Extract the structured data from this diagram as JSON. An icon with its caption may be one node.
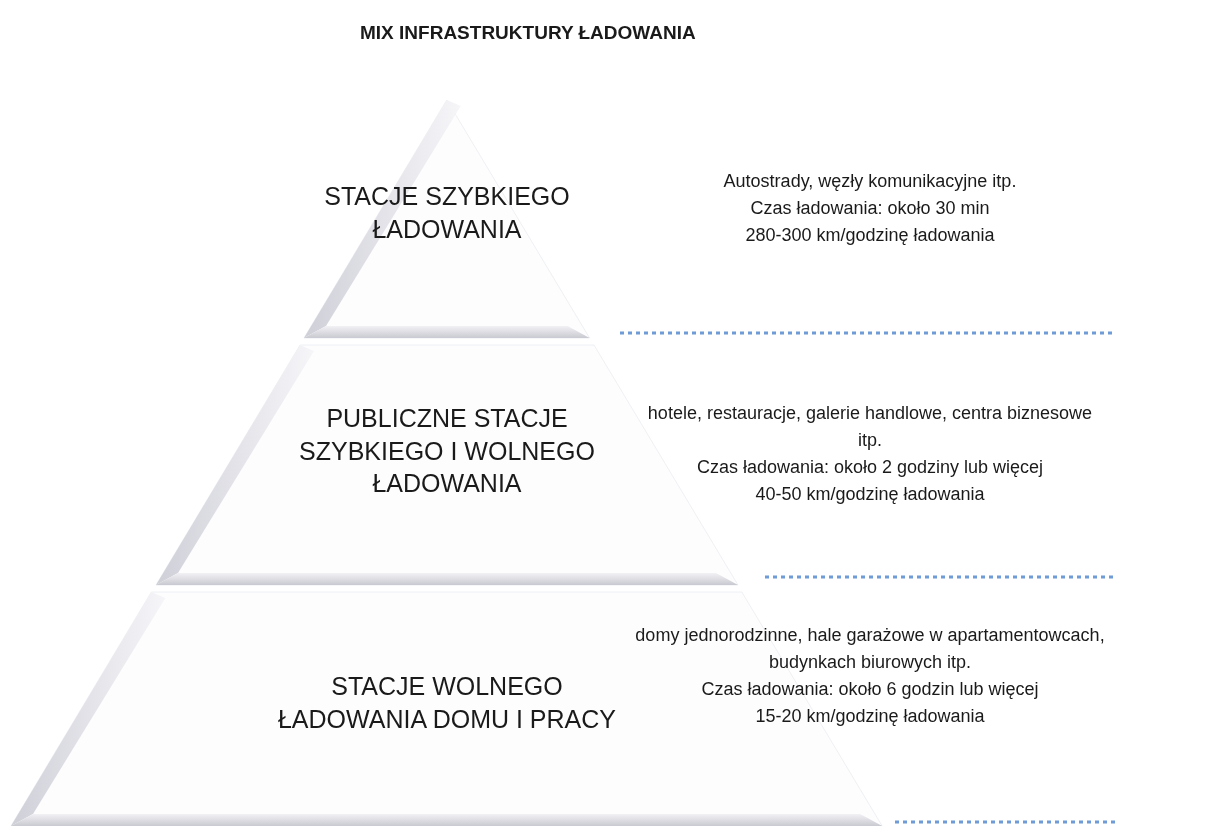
{
  "diagram": {
    "title": "MIX INFRASTRUKTURY ŁADOWANIA",
    "nodes": [
      {
        "text": [
          "STACJE SZYBKIEGO ŁADOWANIA"
        ],
        "beside": [
          "Autostrady, węzły komunikacyjne itp.",
          "Czas ładowania: około 30 min",
          "280-300 km/godzinę ładowania"
        ]
      },
      {
        "text": [
          "PUBLICZNE STACJE SZYBKIEGO I WOLNEGO ŁADOWANIA"
        ],
        "beside": [
          "hotele, restauracje, galerie handlowe, centra biznesowe itp.",
          "Czas ładowania: około 2 godziny lub więcej",
          "40-50 km/godzinę ładowania"
        ]
      },
      {
        "text": [
          "STACJE WOLNEGO ŁADOWANIA DOMU I PRACY"
        ],
        "beside": [
          "domy jednorodzinne, hale garażowe w apartamentowcach, budynkach biurowych itp.",
          "Czas ładowania: około 6 godzin lub więcej",
          "15-20 km/godzinę ładowania"
        ]
      }
    ]
  }
}
